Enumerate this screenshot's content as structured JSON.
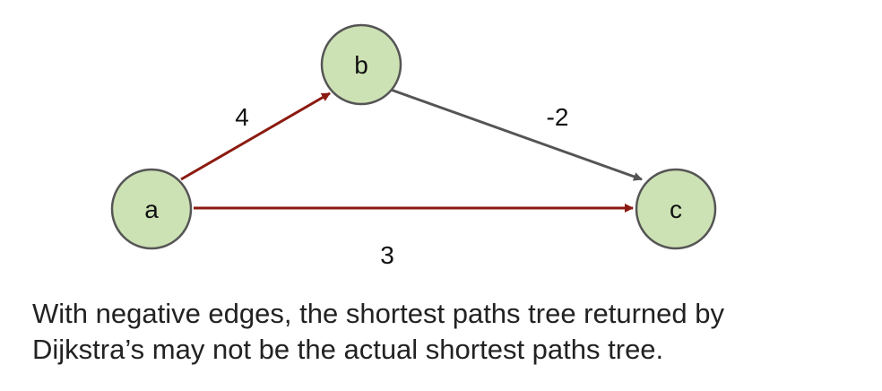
{
  "graph": {
    "nodes": [
      {
        "id": "a",
        "label": "a"
      },
      {
        "id": "b",
        "label": "b"
      },
      {
        "id": "c",
        "label": "c"
      }
    ],
    "edges": [
      {
        "from": "a",
        "to": "b",
        "weight": "4",
        "color": "#8b1a10",
        "in_tree": true
      },
      {
        "from": "b",
        "to": "c",
        "weight": "-2",
        "color": "#555555",
        "in_tree": false
      },
      {
        "from": "a",
        "to": "c",
        "weight": "3",
        "color": "#8b1a10",
        "in_tree": true
      }
    ],
    "node_fill": "#cde2b4",
    "node_stroke": "#555555"
  },
  "caption": {
    "line1": "With negative edges, the shortest paths tree returned by",
    "line2": "Dijkstra’s may not be the actual shortest paths tree."
  }
}
